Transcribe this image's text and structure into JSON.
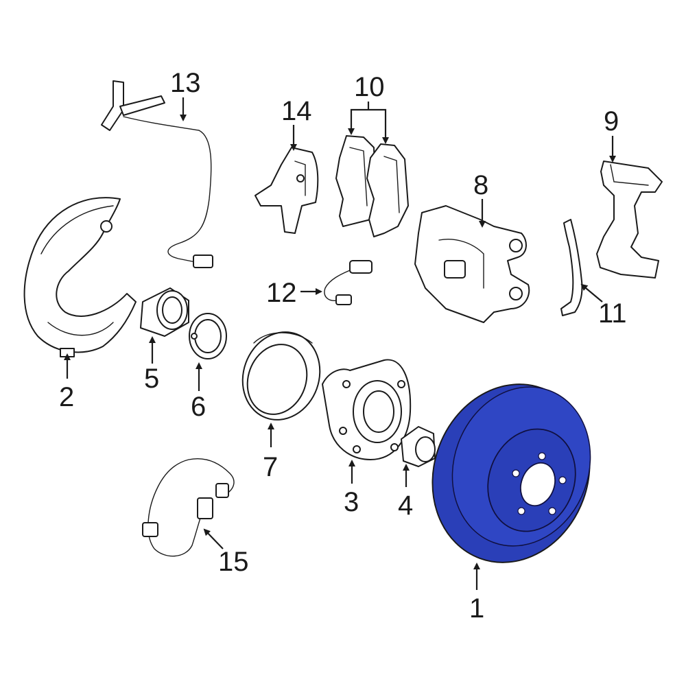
{
  "callouts": {
    "rotor": "1",
    "splash_shield": "2",
    "hub": "3",
    "nut": "4",
    "bearing": "5",
    "seal": "6",
    "seal_ring": "7",
    "caliper": "8",
    "bracket": "9",
    "pads": "10",
    "clip": "11",
    "pad_sensor": "12",
    "wear_sensor": "13",
    "pad_clip": "14",
    "abs_sensor": "15"
  },
  "colors": {
    "highlight": "#2a3fb8",
    "line": "#1a1a1a",
    "background": "#ffffff"
  }
}
